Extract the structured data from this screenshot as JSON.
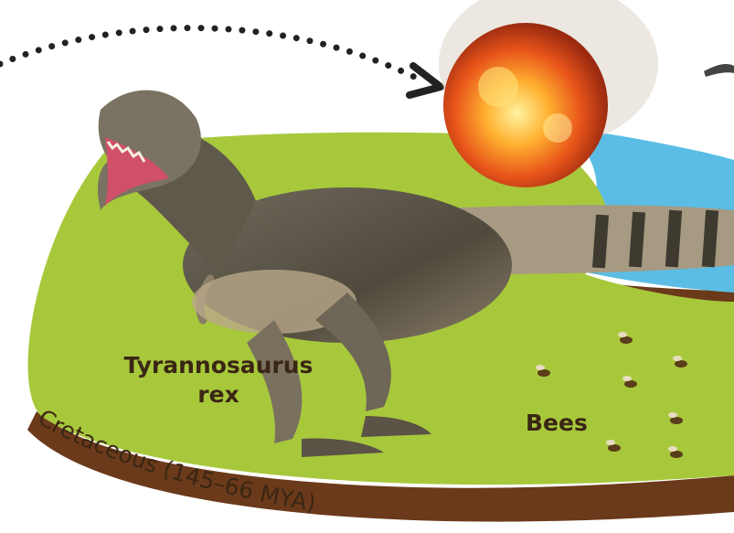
{
  "labels": {
    "trex_line1": "Tyrannosaurus",
    "trex_line2": "rex",
    "bees": "Bees",
    "era": "Cretaceous (145–66 MYA)"
  },
  "colors": {
    "disc_green": "#a8c83c",
    "disc_edge": "#6b3a1a",
    "blue_band": "#5bbde4",
    "text": "#3a2614"
  }
}
